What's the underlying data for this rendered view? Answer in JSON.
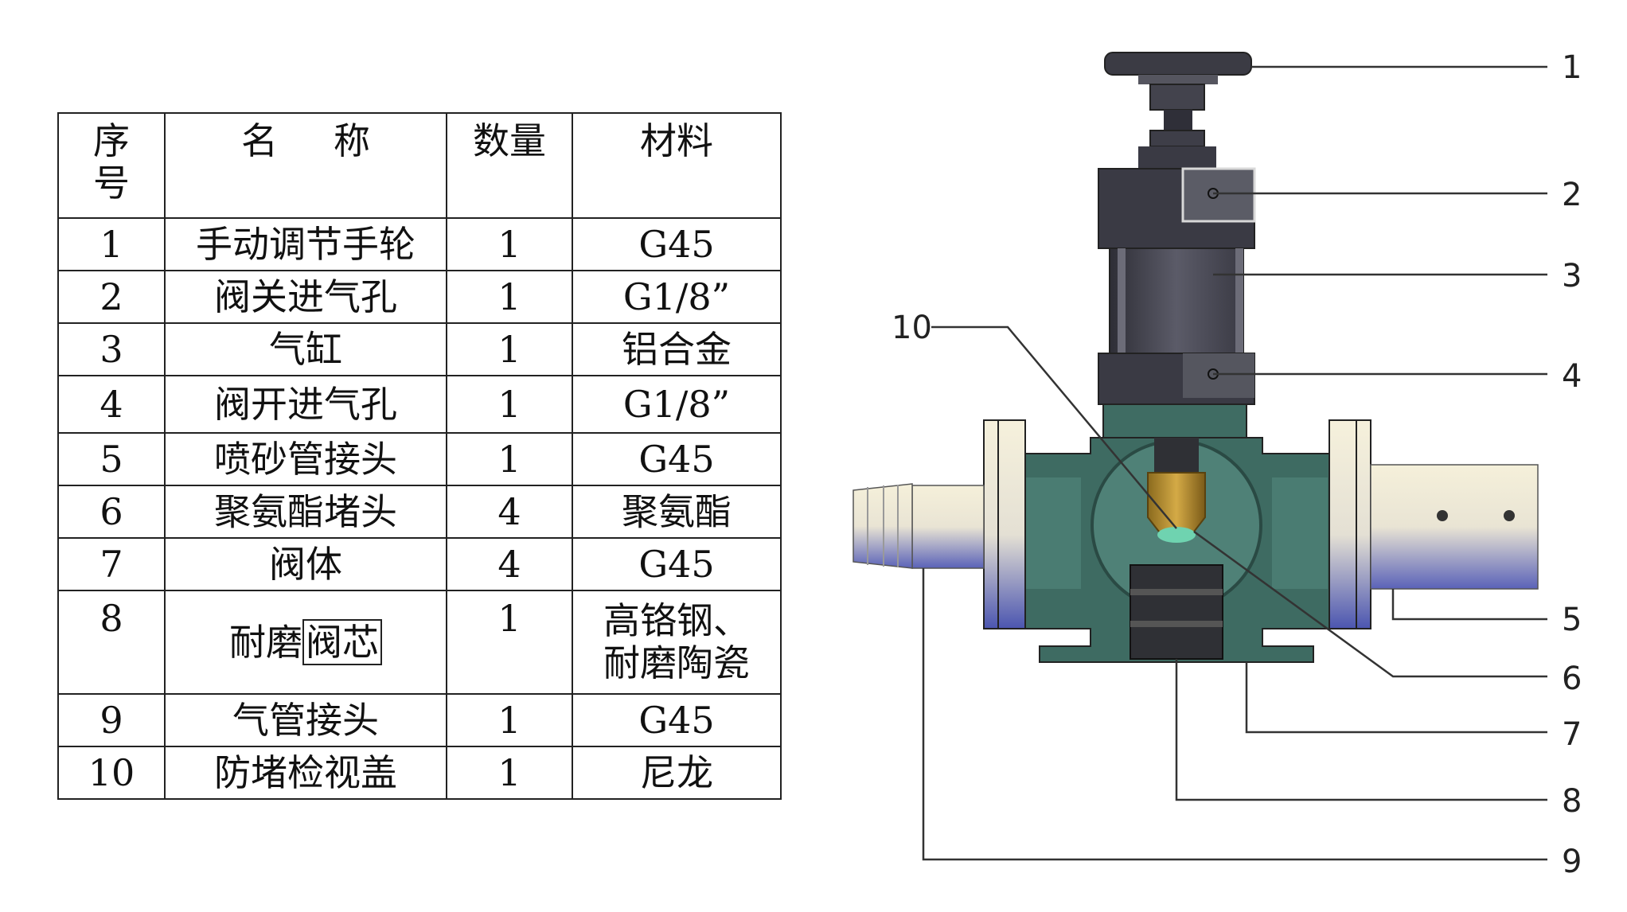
{
  "table": {
    "headers": {
      "seq_line1": "序",
      "seq_line2": "号",
      "name_a": "名",
      "name_b": "称",
      "qty": "数量",
      "material": "材料"
    },
    "rows": [
      {
        "seq": "1",
        "name": "手动调节手轮",
        "qty": "1",
        "material": "G45"
      },
      {
        "seq": "2",
        "name": "阀关进气孔",
        "qty": "1",
        "material": "G1/8”"
      },
      {
        "seq": "3",
        "name": "气缸",
        "qty": "1",
        "material": "铝合金"
      },
      {
        "seq": "4",
        "name": "阀开进气孔",
        "qty": "1",
        "material": "G1/8”"
      },
      {
        "seq": "5",
        "name": "喷砂管接头",
        "qty": "1",
        "material": "G45"
      },
      {
        "seq": "6",
        "name": "聚氨酯堵头",
        "qty": "4",
        "material": "聚氨酯"
      },
      {
        "seq": "7",
        "name": "阀体",
        "qty": "4",
        "material": "G45"
      },
      {
        "seq": "8",
        "name_prefix": "耐磨",
        "name_boxed": "阀芯",
        "qty": "1",
        "material_line1": "高铬钢、",
        "material_line2": "耐磨陶瓷"
      },
      {
        "seq": "9",
        "name": "气管接头",
        "qty": "1",
        "material": "G45"
      },
      {
        "seq": "10",
        "name": "防堵检视盖",
        "qty": "1",
        "material": "尼龙"
      }
    ]
  },
  "callouts": [
    "1",
    "2",
    "3",
    "4",
    "5",
    "6",
    "7",
    "8",
    "9",
    "10"
  ],
  "colors": {
    "body_green": "#3e6b62",
    "cylinder_gray": "#4a4a55",
    "flange_ivory": "#f4efd9",
    "flange_blue": "#4c56b0",
    "core_gold": "#b8902e",
    "leader": "#333333"
  }
}
